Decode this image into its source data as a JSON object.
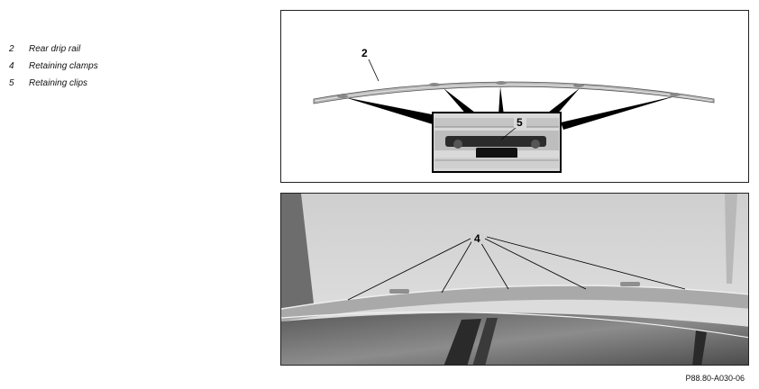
{
  "legend": [
    {
      "num": "2",
      "text": "Rear drip rail"
    },
    {
      "num": "4",
      "text": "Retaining clamps"
    },
    {
      "num": "5",
      "text": "Retaining clips"
    }
  ],
  "figure_top": {
    "callout_rail": "2",
    "callout_clips": "5"
  },
  "figure_bottom": {
    "callout_clamps": "4"
  },
  "figure_code": "P88.80-A030-06"
}
